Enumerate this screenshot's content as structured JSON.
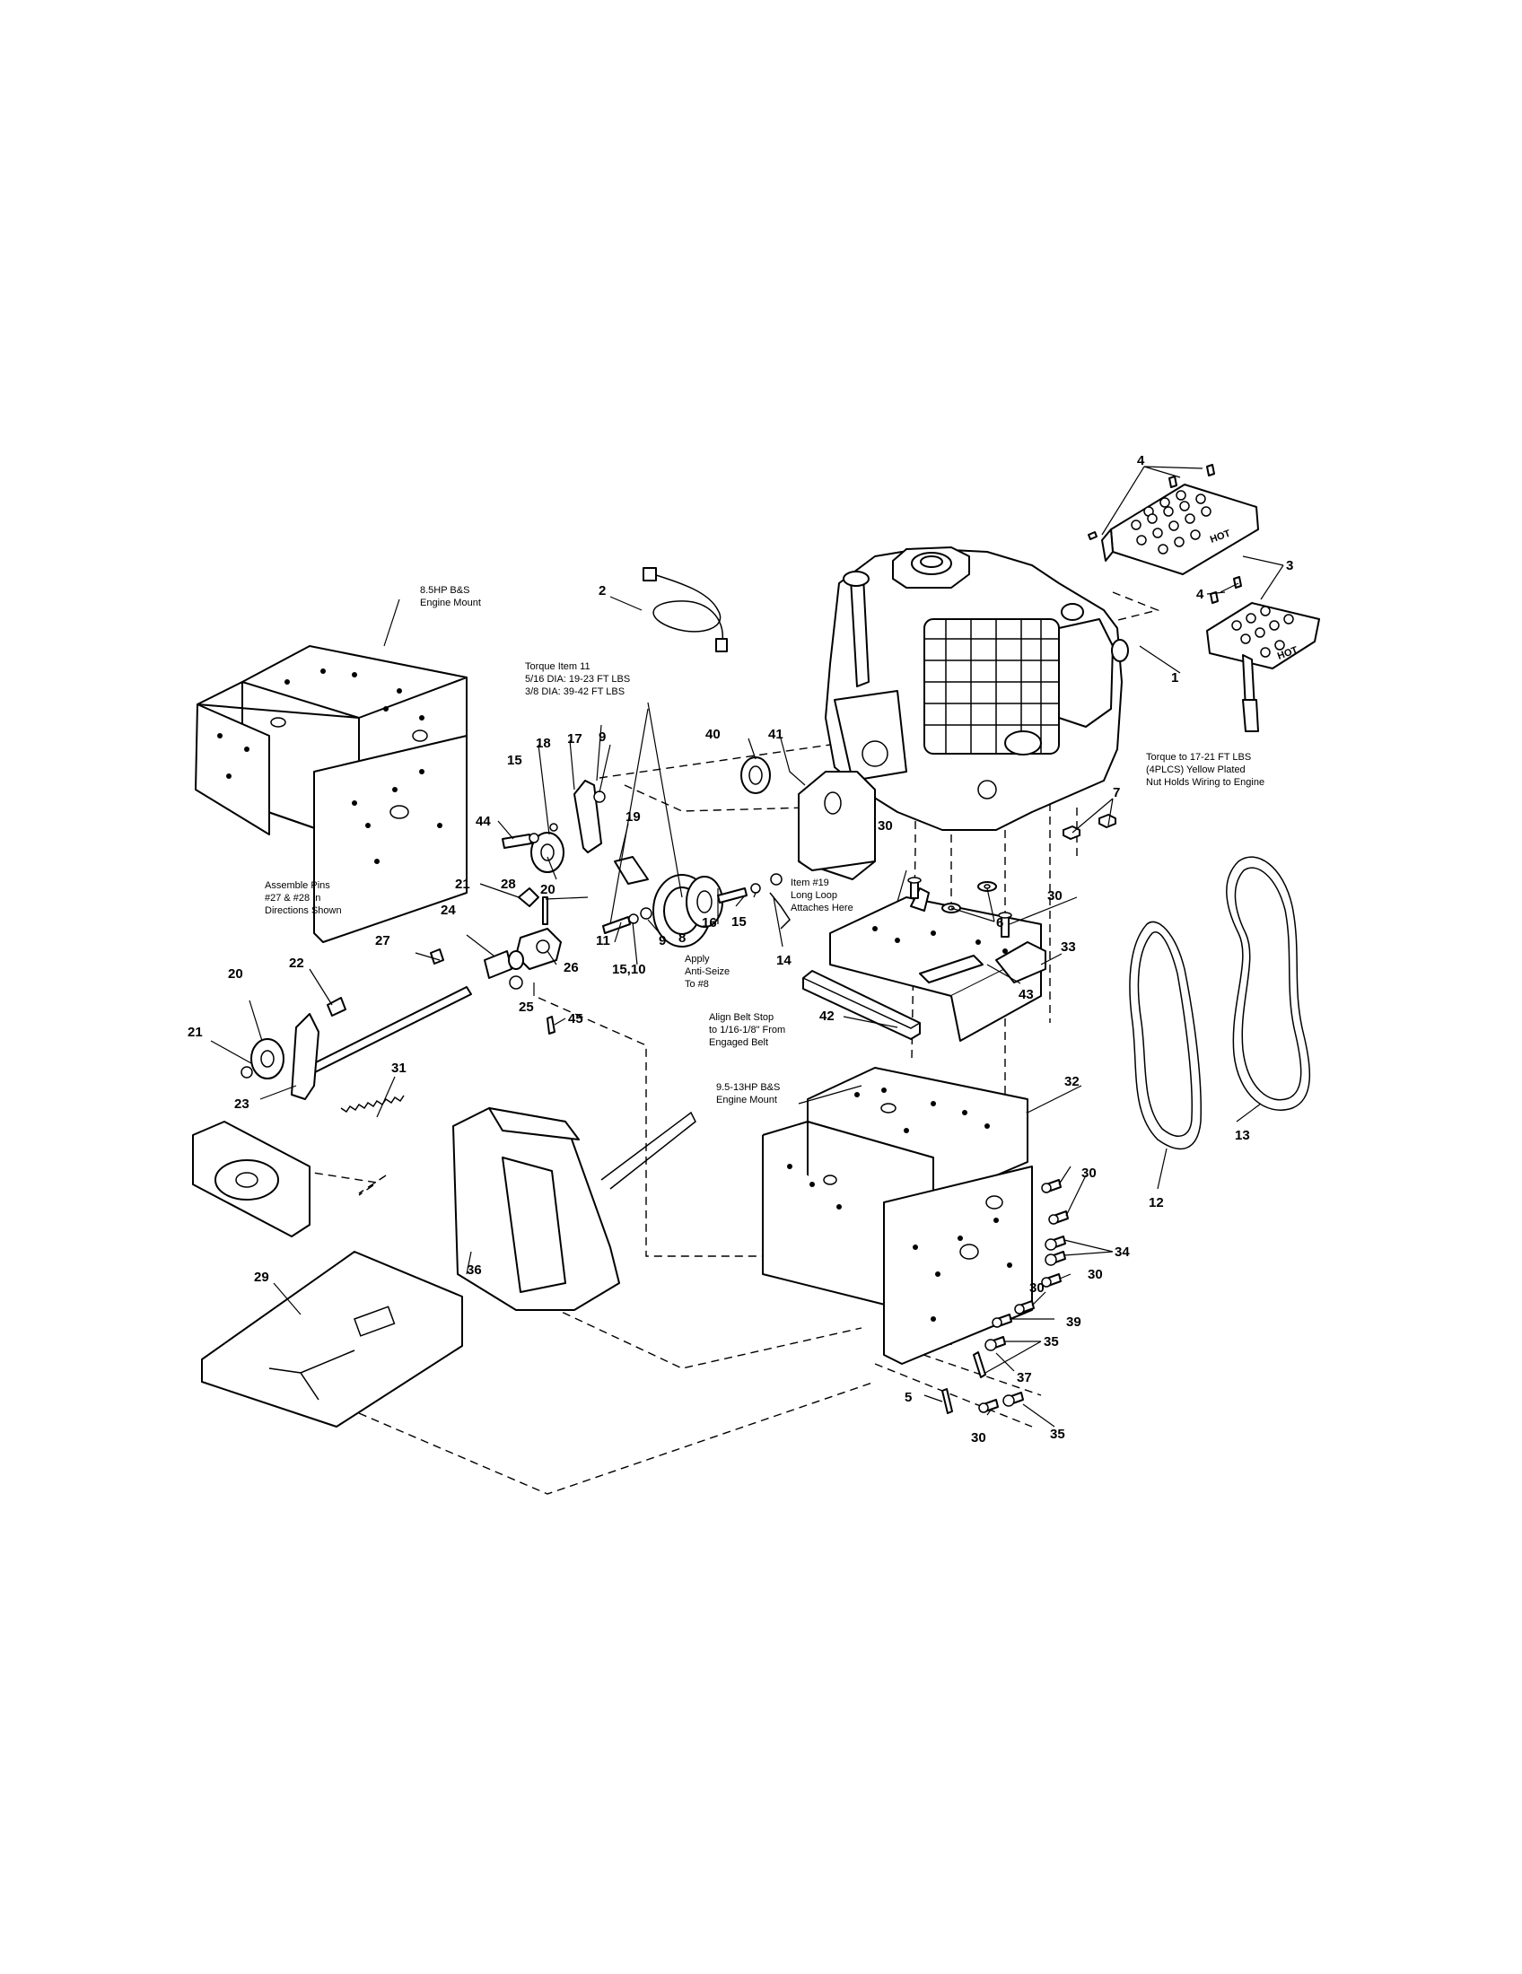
{
  "callouts": {
    "c1": "1",
    "c2": "2",
    "c3": "3",
    "c4a": "4",
    "c4b": "4",
    "c5": "5",
    "c6": "6",
    "c7": "7",
    "c8": "8",
    "c9a": "9",
    "c9b": "9",
    "c11": "11",
    "c12": "12",
    "c13": "13",
    "c14": "14",
    "c15a": "15",
    "c15b": "15",
    "c1510": "15,10",
    "c16": "16",
    "c17": "17",
    "c18": "18",
    "c19": "19",
    "c20a": "20",
    "c20b": "20",
    "c21a": "21",
    "c21b": "21",
    "c22": "22",
    "c23": "23",
    "c24": "24",
    "c25": "25",
    "c26": "26",
    "c27": "27",
    "c28": "28",
    "c29": "29",
    "c30a": "30",
    "c30b": "30",
    "c30c": "30",
    "c30d": "30",
    "c30e": "30",
    "c30f": "30",
    "c31": "31",
    "c32": "32",
    "c33": "33",
    "c34": "34",
    "c35a": "35",
    "c35b": "35",
    "c36": "36",
    "c37": "37",
    "c39": "39",
    "c40": "40",
    "c41": "41",
    "c42": "42",
    "c43": "43",
    "c44": "44",
    "c45": "45"
  },
  "notes": {
    "engine_mount_85_l1": "8.5HP B&S",
    "engine_mount_85_l2": "Engine Mount",
    "torque_item11_l1": "Torque Item 11",
    "torque_item11_l2": "5/16 DIA: 19-23 FT LBS",
    "torque_item11_l3": "3/8 DIA: 39-42 FT LBS",
    "assemble_pins_l1": "Assemble Pins",
    "assemble_pins_l2": "#27 & #28 In",
    "assemble_pins_l3": "Directions Shown",
    "item19_l1": "Item #19",
    "item19_l2": "Long Loop",
    "item19_l3": "Attaches Here",
    "anti_seize_l1": "Apply",
    "anti_seize_l2": "Anti-Seize",
    "anti_seize_l3": "To #8",
    "belt_stop_l1": "Align Belt Stop",
    "belt_stop_l2": "to 1/16-1/8\" From",
    "belt_stop_l3": "Engaged Belt",
    "engine_mount_95_l1": "9.5-13HP B&S",
    "engine_mount_95_l2": "Engine Mount",
    "torque_nut_l1": "Torque to 17-21 FT LBS",
    "torque_nut_l2": "(4PLCS) Yellow Plated",
    "torque_nut_l3": "Nut Holds Wiring to Engine",
    "hot_label": "HOT"
  }
}
